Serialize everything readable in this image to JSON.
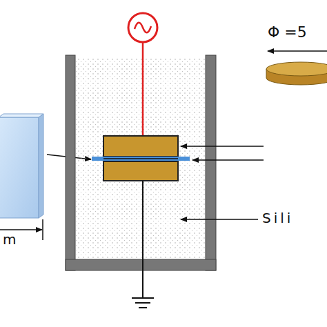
{
  "diagram": {
    "labels": [
      "Φ =5",
      "Sili",
      "m"
    ]
  }
}
